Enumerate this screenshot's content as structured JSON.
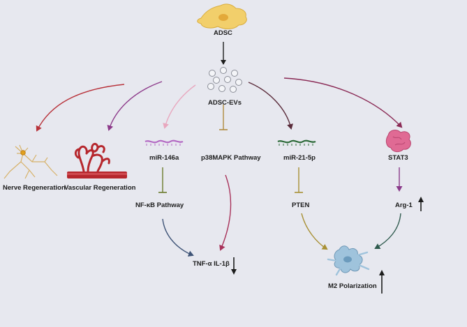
{
  "nodes": {
    "adsc": "ADSC",
    "adsc_evs": "ADSC-EVs",
    "nerve_regeneration": "Nerve Regeneration",
    "vascular_regeneration": "Vascular Regeneration",
    "mir_146a": "miR-146a",
    "p38mapk_pathway": "p38MAPK Pathway",
    "mir_21_5p": "miR-21-5p",
    "stat3": "STAT3",
    "nfkb_pathway": "NF-κB Pathway",
    "pten": "PTEN",
    "arg1": "Arg-1",
    "tnf_il1b": "TNF-α IL-1β",
    "m2_polarization": "M2 Polarization"
  },
  "colors": {
    "background": "#e7e8ef",
    "cell_adsc": "#f2cf6b",
    "nerve_arrow": "#b8323a",
    "vascular_arrow": "#8d3a8a",
    "mir146a_arrow": "#e8a7be",
    "p38_inhibit": "#b08a3e",
    "mir21_arrow": "#5a2b3a",
    "stat3_arrow": "#8a2a55",
    "nfkb_inhibit": "#6a7a2a",
    "pten_inhibit": "#a89034",
    "tnf_arrow": "#3f5477",
    "m2_arrow": "#2e5a4d",
    "mir146a_strand": "#b46bc4",
    "mir21_strand": "#2e6b3a",
    "stat3_protein": "#e06a94",
    "vessel": "#b6272d",
    "nerve": "#d7b26a",
    "macrophage": "#9fc3dc"
  },
  "icons": [
    "adsc-cell-icon",
    "extracellular-vesicles-icon",
    "nerve-cell-icon",
    "blood-vessel-icon",
    "mirna-strand-icon",
    "stat3-protein-icon",
    "macrophage-icon",
    "up-arrow-icon",
    "down-arrow-icon"
  ],
  "indicators": {
    "tnf_il1b": "down",
    "arg1": "up",
    "m2_polarization": "up"
  }
}
